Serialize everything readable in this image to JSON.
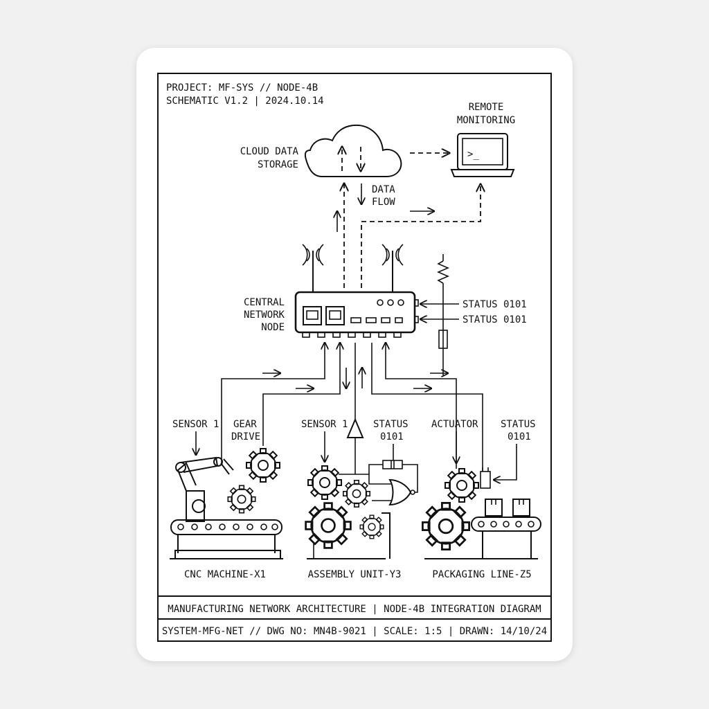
{
  "header": {
    "line1": "PROJECT: MF-SYS // NODE-4B",
    "line2": "SCHEMATIC V1.2 | 2024.10.14"
  },
  "cloud": {
    "label_line1": "CLOUD DATA",
    "label_line2": "STORAGE"
  },
  "remote": {
    "label_line1": "REMOTE",
    "label_line2": "MONITORING",
    "screen_glyph": ">_"
  },
  "data_flow": {
    "line1": "DATA",
    "line2": "FLOW"
  },
  "central_node": {
    "line1": "CENTRAL",
    "line2": "NETWORK",
    "line3": "NODE"
  },
  "status_inputs": [
    "STATUS 0101",
    "STATUS 0101"
  ],
  "machine_labels": {
    "cnc_sensor": "SENSOR 1",
    "cnc_gear_line1": "GEAR",
    "cnc_gear_line2": "DRIVE",
    "assembly_sensor": "SENSOR 1",
    "assembly_status_line1": "STATUS",
    "assembly_status_line2": "0101",
    "packaging_actuator": "ACTUATOR",
    "packaging_status_line1": "STATUS",
    "packaging_status_line2": "0101"
  },
  "machines": [
    "CNC MACHINE-X1",
    "ASSEMBLY UNIT-Y3",
    "PACKAGING LINE-Z5"
  ],
  "footer": {
    "title": "MANUFACTURING NETWORK ARCHITECTURE | NODE-4B INTEGRATION DIAGRAM",
    "info": "SYSTEM-MFG-NET // DWG NO: MN4B-9021 | SCALE: 1:5 | DRAWN: 14/10/24"
  }
}
